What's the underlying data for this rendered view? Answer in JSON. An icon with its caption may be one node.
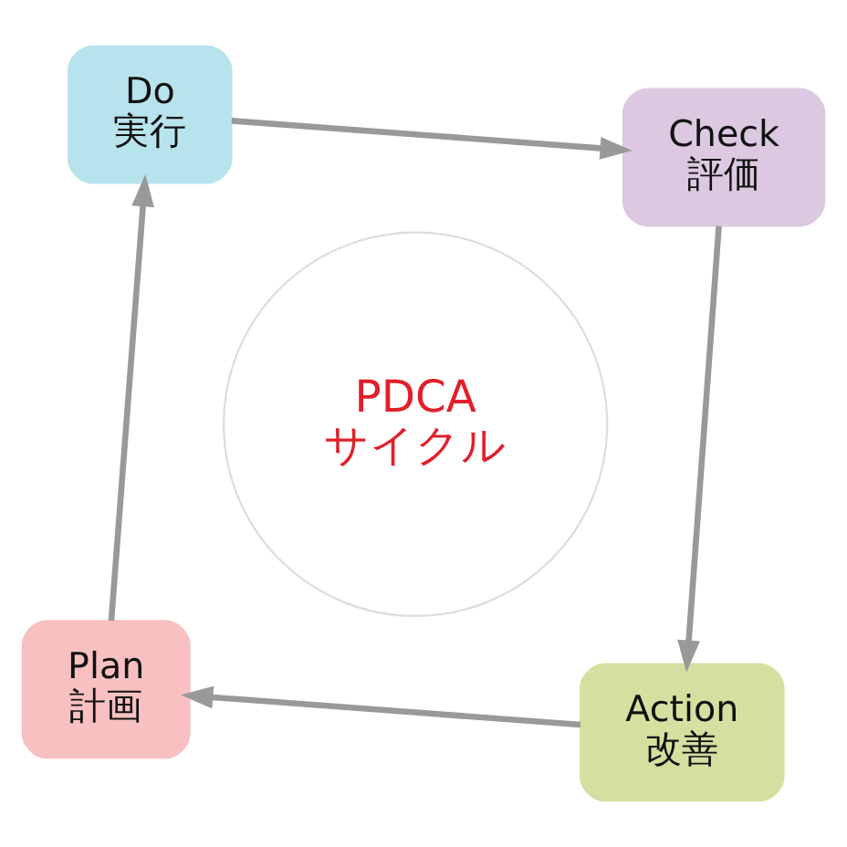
{
  "diagram": {
    "nodes": [
      {
        "text": [
          "Plan",
          "計画"
        ]
      },
      {
        "text": [
          "Action",
          "改善"
        ]
      },
      {
        "text": [
          "PDCA",
          "サイクル"
        ]
      },
      {
        "text": [
          "Do",
          "実行"
        ]
      },
      {
        "text": [
          "Check",
          "評価"
        ]
      }
    ],
    "edges": [
      {
        "from": 0,
        "to": 3,
        "arrow": "to"
      },
      {
        "from": 3,
        "to": 4,
        "arrow": "to"
      },
      {
        "from": 4,
        "to": 1,
        "arrow": "to"
      },
      {
        "from": 1,
        "to": 0,
        "arrow": "to"
      }
    ]
  }
}
